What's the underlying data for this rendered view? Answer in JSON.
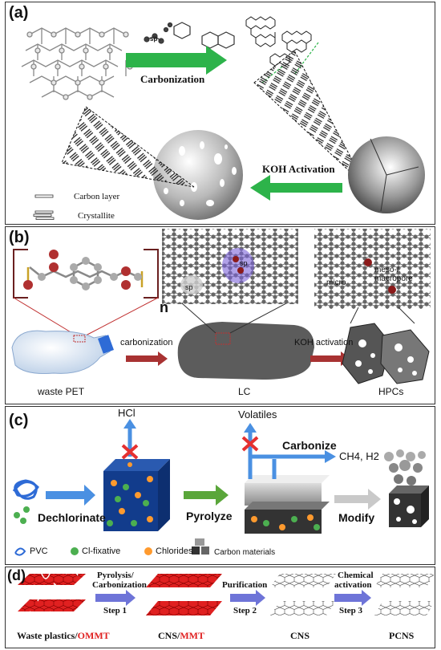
{
  "panel_a": {
    "label": "(a)",
    "sp_label": "sp",
    "carbonization": "Carbonization",
    "koh_activation": "KOH Activation",
    "legend_carbon_layer": "Carbon layer",
    "legend_crystallite": "Crystallite"
  },
  "panel_b": {
    "label": "(b)",
    "n_label": "n",
    "carbonization": "carbonization",
    "koh_activation": "KOH activation",
    "sp2_label": "sp",
    "sp3_label": "sp",
    "meso_label": "meso-/\nmacropore",
    "micro_label": "micro",
    "waste_pet": "waste PET",
    "lc": "LC",
    "hpcs": "HPCs"
  },
  "panel_c": {
    "label": "(c)",
    "hcl": "HCl",
    "volatiles": "Volatiles",
    "carbonize": "Carbonize",
    "ch4_h2": "CH4, H2",
    "dechlorinate": "Dechlorinate",
    "pyrolyze": "Pyrolyze",
    "modify": "Modify",
    "legend_pvc": "PVC",
    "legend_cl": "Cl-fixative",
    "legend_chlorides": "Chlorides",
    "legend_carbon": "Carbon materials"
  },
  "panel_d": {
    "label": "(d)",
    "step1_top": "Pyrolysis/",
    "step1_mid": "Carbonization",
    "step1_bot": "Step 1",
    "step2_top": "Purification",
    "step2_bot": "Step 2",
    "step3_top": "Chemical",
    "step3_mid": "activation",
    "step3_bot": "Step 3",
    "waste_plastics": "Waste plastics/",
    "ommt": "OMMT",
    "cns": "CNS/",
    "mmt": "MMT",
    "cns_only": "CNS",
    "pcns": "PCNS"
  },
  "colors": {
    "green_arrow": "#2db34a",
    "red_arrow": "#c0392b",
    "blue_cube": "#123c8c",
    "red_sheet": "#e02020",
    "purple": "#7b62d8"
  }
}
